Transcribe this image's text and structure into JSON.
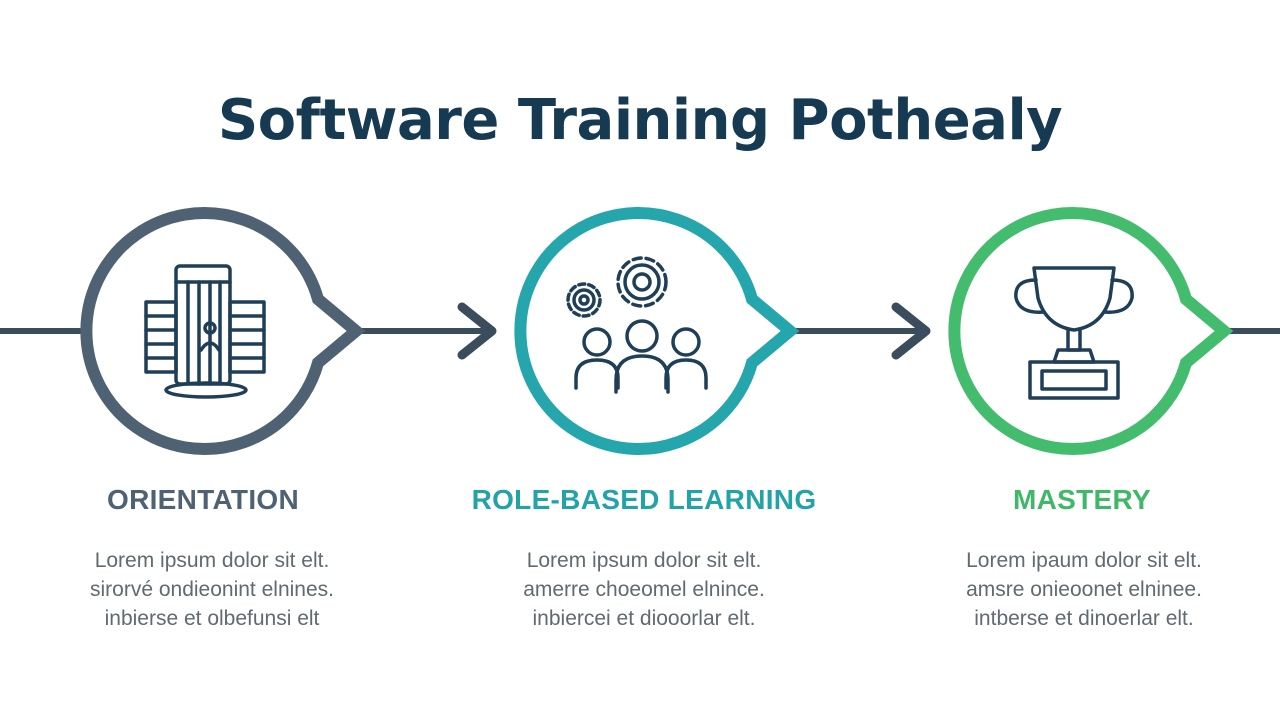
{
  "title": "Software Training Pothealy",
  "colors": {
    "title": "#163a52",
    "connector": "#3b4d5c",
    "stage1": "#4f6273",
    "stage2": "#25a6ad",
    "stage3": "#43bd6d",
    "stage1_label": "#4f6273",
    "stage2_label": "#22a3a8",
    "stage3_label": "#3fb968",
    "icon": "#1e3f57",
    "body_text": "#606a70"
  },
  "stages": [
    {
      "label": "ORIENTATION",
      "icon": "building-icon",
      "desc": [
        "Lorem ipsum dolor sit elt.",
        "sirorvé ondieonint elnines.",
        "inbierse et olbefunsi elt"
      ]
    },
    {
      "label": "ROLE-BASED LEARNING",
      "icon": "gears-people-icon",
      "desc": [
        "Lorem ipsum dolor sit elt.",
        "amerre choeomel elnince.",
        "inbiercei et diooorlar elt."
      ]
    },
    {
      "label": "MASTERY",
      "icon": "trophy-icon",
      "desc": [
        "Lorem ipaum dolor sit elt.",
        "amsre onieoonet elninee.",
        "intberse et dinoerlar elt."
      ]
    }
  ]
}
